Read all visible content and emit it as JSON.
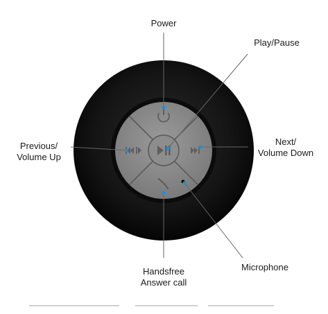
{
  "labels": {
    "power": "Power",
    "play_pause": "Play/Pause",
    "previous": {
      "line1": "Previous/",
      "line2": "Volume Up"
    },
    "next": {
      "line1": "Next/",
      "line2": "Volume Down"
    },
    "handsfree": {
      "line1": "Handsfree",
      "line2": "Answer call"
    },
    "microphone": "Microphone"
  },
  "colors": {
    "speaker_body": "#131313",
    "button_face": "#8a8a8a",
    "icon_glyph": "#6b6b6b",
    "marker": "#1e90d6",
    "leader_line": "#555555"
  }
}
